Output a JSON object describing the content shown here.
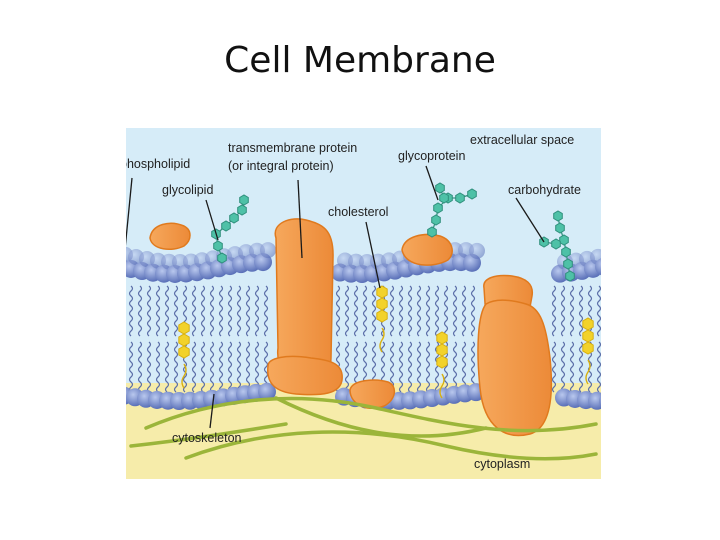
{
  "slide": {
    "title": "Cell Membrane"
  },
  "diagram": {
    "labels": {
      "phospholipid": "phospholipid",
      "glycolipid": "glycolipid",
      "transmembrane_line1": "transmembrane protein",
      "transmembrane_line2": "(or integral protein)",
      "glycoprotein": "glycoprotein",
      "extracellular": "extracellular space",
      "carbohydrate": "carbohydrate",
      "cholesterol": "cholesterol",
      "cytoskeleton": "cytoskeleton",
      "cytoplasm": "cytoplasm"
    },
    "colors": {
      "extracellular": "#d6ecf8",
      "cytoplasm": "#f6ecaa",
      "head": "#6f86c6",
      "protein": "#f29a4c",
      "protein_edge": "#e07a1e",
      "cholesterol": "#f2d22a",
      "sugar": "#4ec1a7",
      "fiber": "#9bb53a"
    }
  }
}
